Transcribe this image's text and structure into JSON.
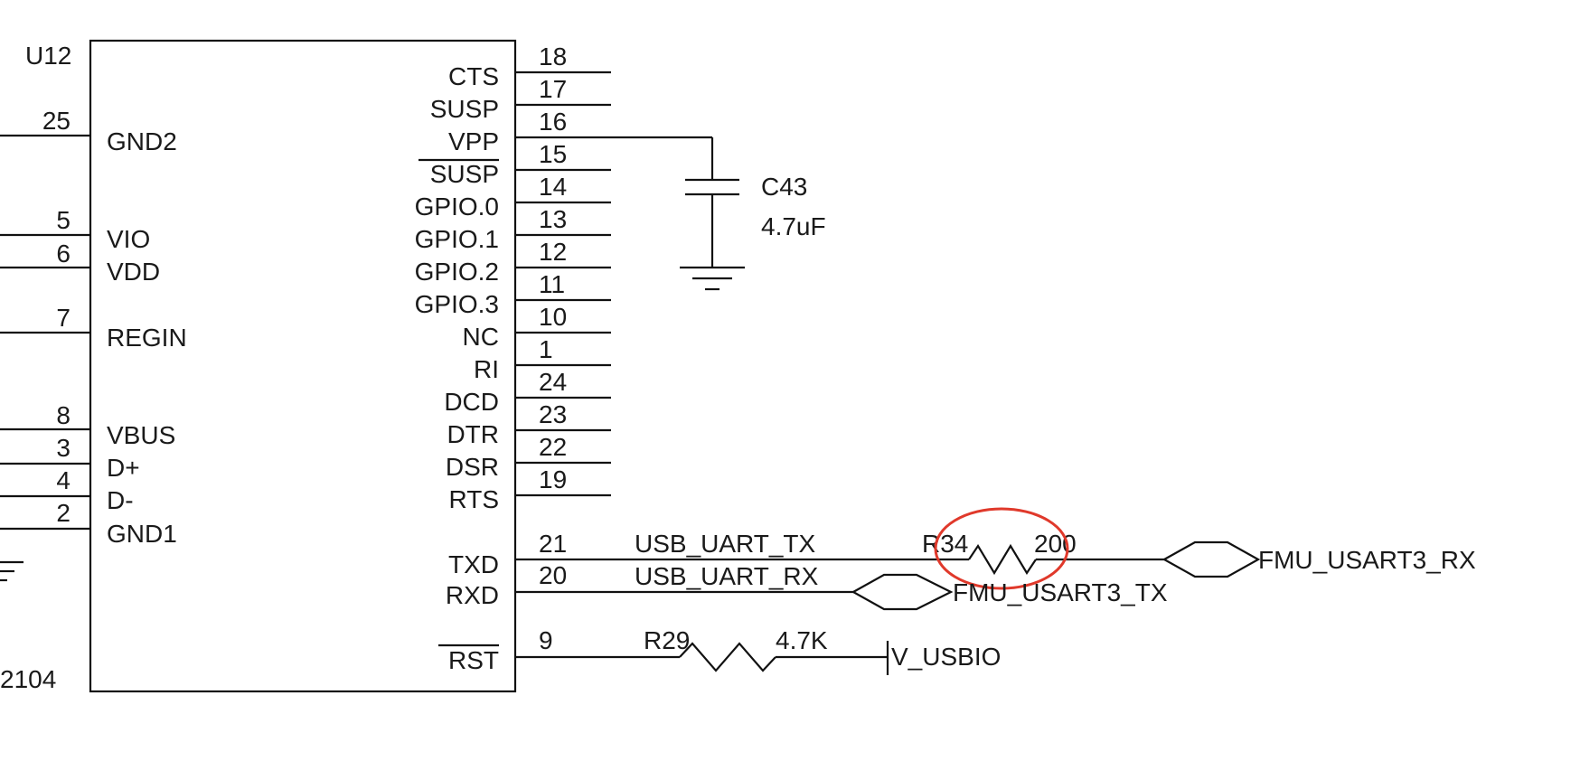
{
  "component": {
    "refdes": "U12",
    "part_fragment": "2104"
  },
  "left_pins": [
    {
      "num": "25",
      "name": "GND2"
    },
    {
      "num": "5",
      "name": "VIO"
    },
    {
      "num": "6",
      "name": "VDD"
    },
    {
      "num": "7",
      "name": "REGIN"
    },
    {
      "num": "8",
      "name": "VBUS"
    },
    {
      "num": "3",
      "name": "D+"
    },
    {
      "num": "4",
      "name": "D-"
    },
    {
      "num": "2",
      "name": "GND1"
    }
  ],
  "right_pins": [
    {
      "num": "18",
      "name": "CTS"
    },
    {
      "num": "17",
      "name": "SUSP"
    },
    {
      "num": "16",
      "name": "VPP"
    },
    {
      "num": "15",
      "name": "SUSP",
      "overbar": true
    },
    {
      "num": "14",
      "name": "GPIO.0"
    },
    {
      "num": "13",
      "name": "GPIO.1"
    },
    {
      "num": "12",
      "name": "GPIO.2"
    },
    {
      "num": "11",
      "name": "GPIO.3"
    },
    {
      "num": "10",
      "name": "NC"
    },
    {
      "num": "1",
      "name": "RI"
    },
    {
      "num": "24",
      "name": "DCD"
    },
    {
      "num": "23",
      "name": "DTR"
    },
    {
      "num": "22",
      "name": "DSR"
    },
    {
      "num": "19",
      "name": "RTS"
    },
    {
      "num": "21",
      "name": "TXD"
    },
    {
      "num": "20",
      "name": "RXD"
    },
    {
      "num": "9",
      "name": "RST",
      "overbar": true
    }
  ],
  "capacitor": {
    "refdes": "C43",
    "value": "4.7uF"
  },
  "resistors": [
    {
      "refdes": "R34",
      "value": "200"
    },
    {
      "refdes": "R29",
      "value": "4.7K"
    }
  ],
  "nets": {
    "tx_net": "USB_UART_TX",
    "rx_net": "USB_UART_RX",
    "port_rx": "FMU_USART3_RX",
    "port_tx": "FMU_USART3_TX",
    "power_net": "V_USBIO"
  },
  "highlight": {
    "color": "#e0392b",
    "target": "R34"
  }
}
